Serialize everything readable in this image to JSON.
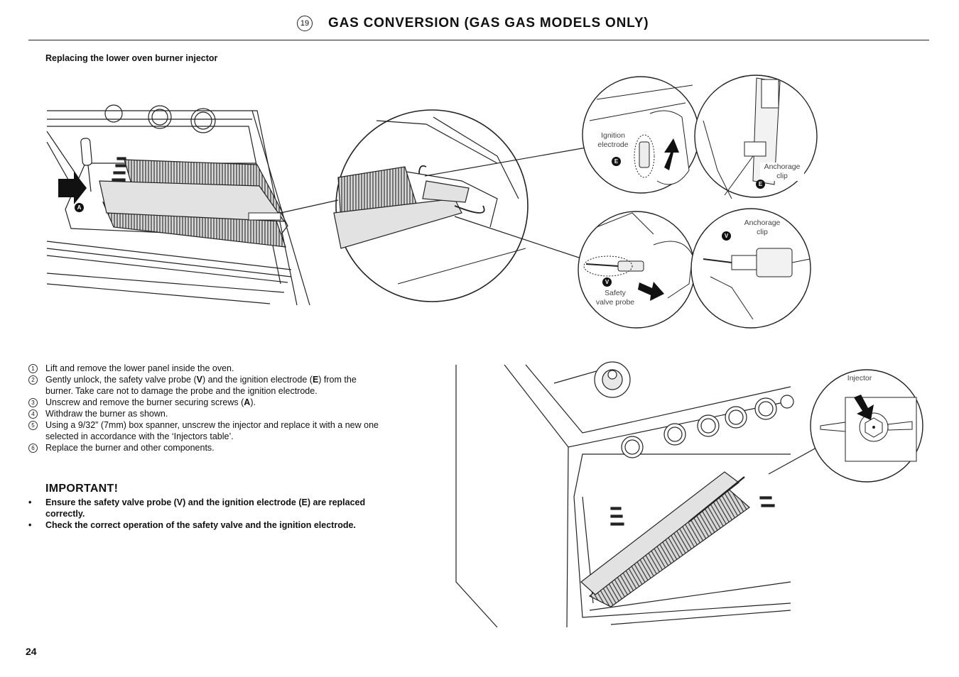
{
  "header": {
    "section_number": "19",
    "title": "GAS CONVERSION (GAS GAS MODELS ONLY)"
  },
  "subheading": "Replacing the lower oven burner injector",
  "figure": {
    "label_A": "A",
    "label_ignition_electrode": "Ignition\nelectrode",
    "label_E": "E",
    "label_anchorage_clip_top": "Anchorage\nclip",
    "label_anchorage_clip_bottom": "Anchorage\nclip",
    "label_V": "V",
    "label_safety_valve_probe": "Safety\nvalve probe",
    "label_injector": "Injector"
  },
  "steps": [
    {
      "num": "1",
      "parts": [
        "Lift and remove the lower panel inside the oven."
      ]
    },
    {
      "num": "2",
      "parts": [
        "Gently unlock, the safety valve probe (",
        "V",
        ") and the ignition electrode (",
        "E",
        ") from the burner. Take care not to damage the probe and the ignition electrode."
      ]
    },
    {
      "num": "3",
      "parts": [
        "Unscrew and remove the burner securing screws (",
        "A",
        ")."
      ]
    },
    {
      "num": "4",
      "parts": [
        "Withdraw the burner as shown."
      ]
    },
    {
      "num": "5",
      "parts": [
        "Using a 9/32” (7mm) box spanner, unscrew the injector and replace it with a new one selected in accordance with the ‘Injectors table’."
      ]
    },
    {
      "num": "6",
      "parts": [
        "Replace the burner and other components."
      ]
    }
  ],
  "important": {
    "title": "IMPORTANT!",
    "bullet": "•",
    "items": [
      "Ensure the safety valve probe (V) and the ignition electrode (E) are replaced correctly.",
      "Check the correct operation of the safety valve and the ignition electrode."
    ]
  },
  "footer": {
    "page_number": "24"
  }
}
